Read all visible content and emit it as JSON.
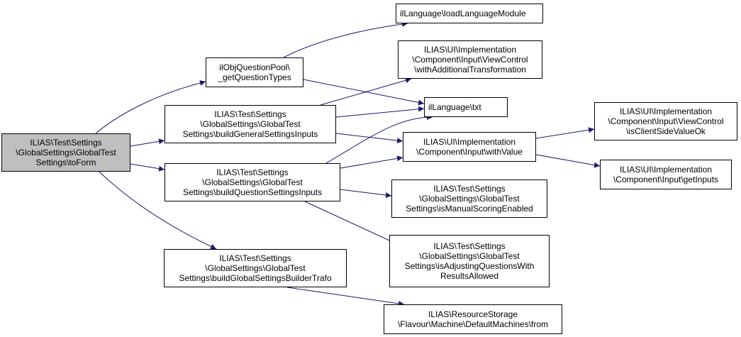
{
  "diagram": {
    "nodes": [
      {
        "id": "toForm",
        "lines": [
          "ILIAS\\Test\\Settings",
          "\\GlobalSettings\\GlobalTest",
          "Settings\\toForm"
        ],
        "root": true
      },
      {
        "id": "getQuestionTypes",
        "lines": [
          "ilObjQuestionPool\\",
          "_getQuestionTypes"
        ]
      },
      {
        "id": "loadLanguageModule",
        "lines": [
          "ilLanguage\\loadLanguageModule"
        ]
      },
      {
        "id": "withAdditionalTransformation",
        "lines": [
          "ILIAS\\UI\\Implementation",
          "\\Component\\Input\\ViewControl",
          "\\withAdditionalTransformation"
        ]
      },
      {
        "id": "txt",
        "lines": [
          "ilLanguage\\txt"
        ]
      },
      {
        "id": "buildGeneralSettingsInputs",
        "lines": [
          "ILIAS\\Test\\Settings",
          "\\GlobalSettings\\GlobalTest",
          "Settings\\buildGeneralSettingsInputs"
        ]
      },
      {
        "id": "withValue",
        "lines": [
          "ILIAS\\UI\\Implementation",
          "\\Component\\Input\\withValue"
        ]
      },
      {
        "id": "isClientSideValueOk",
        "lines": [
          "ILIAS\\UI\\Implementation",
          "\\Component\\Input\\ViewControl",
          "\\isClientSideValueOk"
        ]
      },
      {
        "id": "getInputs",
        "lines": [
          "ILIAS\\UI\\Implementation",
          "\\Component\\Input\\getInputs"
        ]
      },
      {
        "id": "buildQuestionSettingsInputs",
        "lines": [
          "ILIAS\\Test\\Settings",
          "\\GlobalSettings\\GlobalTest",
          "Settings\\buildQuestionSettingsInputs"
        ]
      },
      {
        "id": "isManualScoringEnabled",
        "lines": [
          "ILIAS\\Test\\Settings",
          "\\GlobalSettings\\GlobalTest",
          "Settings\\isManualScoringEnabled"
        ]
      },
      {
        "id": "isAdjustingQuestionsWithResultsAllowed",
        "lines": [
          "ILIAS\\Test\\Settings",
          "\\GlobalSettings\\GlobalTest",
          "Settings\\isAdjustingQuestionsWith",
          "ResultsAllowed"
        ]
      },
      {
        "id": "buildGlobalSettingsBuilderTrafo",
        "lines": [
          "ILIAS\\Test\\Settings",
          "\\GlobalSettings\\GlobalTest",
          "Settings\\buildGlobalSettingsBuilderTrafo"
        ]
      },
      {
        "id": "from",
        "lines": [
          "ILIAS\\ResourceStorage",
          "\\Flavour\\Machine\\DefaultMachines\\from"
        ]
      }
    ],
    "edges": [
      {
        "from": "toForm",
        "to": "getQuestionTypes"
      },
      {
        "from": "toForm",
        "to": "buildGeneralSettingsInputs"
      },
      {
        "from": "toForm",
        "to": "buildQuestionSettingsInputs"
      },
      {
        "from": "toForm",
        "to": "buildGlobalSettingsBuilderTrafo"
      },
      {
        "from": "getQuestionTypes",
        "to": "loadLanguageModule"
      },
      {
        "from": "getQuestionTypes",
        "to": "txt"
      },
      {
        "from": "buildGeneralSettingsInputs",
        "to": "withAdditionalTransformation"
      },
      {
        "from": "buildGeneralSettingsInputs",
        "to": "txt"
      },
      {
        "from": "buildGeneralSettingsInputs",
        "to": "withValue"
      },
      {
        "from": "buildQuestionSettingsInputs",
        "to": "txt"
      },
      {
        "from": "buildQuestionSettingsInputs",
        "to": "withValue"
      },
      {
        "from": "buildQuestionSettingsInputs",
        "to": "isManualScoringEnabled"
      },
      {
        "from": "buildQuestionSettingsInputs",
        "to": "isAdjustingQuestionsWithResultsAllowed"
      },
      {
        "from": "withValue",
        "to": "isClientSideValueOk"
      },
      {
        "from": "withValue",
        "to": "getInputs"
      },
      {
        "from": "buildGlobalSettingsBuilderTrafo",
        "to": "from"
      }
    ]
  }
}
